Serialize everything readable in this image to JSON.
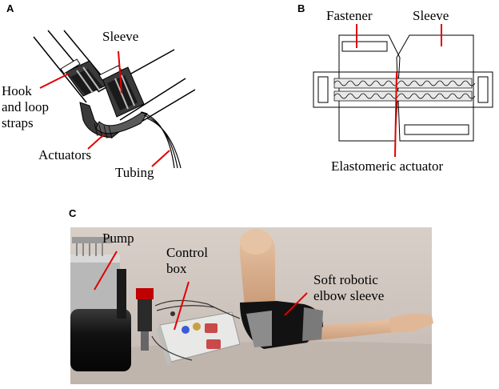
{
  "panel_a": {
    "letter": "A",
    "labels": {
      "sleeve": "Sleeve",
      "straps_1": "Hook",
      "straps_2": "and loop",
      "straps_3": "straps",
      "actuators": "Actuators",
      "tubing": "Tubing"
    }
  },
  "panel_b": {
    "letter": "B",
    "labels": {
      "fastener": "Fastener",
      "sleeve": "Sleeve",
      "elastomeric": "Elastomeric actuator"
    }
  },
  "panel_c": {
    "letter": "C",
    "labels": {
      "pump": "Pump",
      "control_1": "Control",
      "control_2": "box",
      "soft_1": "Soft robotic",
      "soft_2": "elbow sleeve"
    }
  },
  "colors": {
    "pointer": "#e00000",
    "sleeve_dark": "#3a3a3a",
    "photo_bg": "#cfc6bf"
  }
}
